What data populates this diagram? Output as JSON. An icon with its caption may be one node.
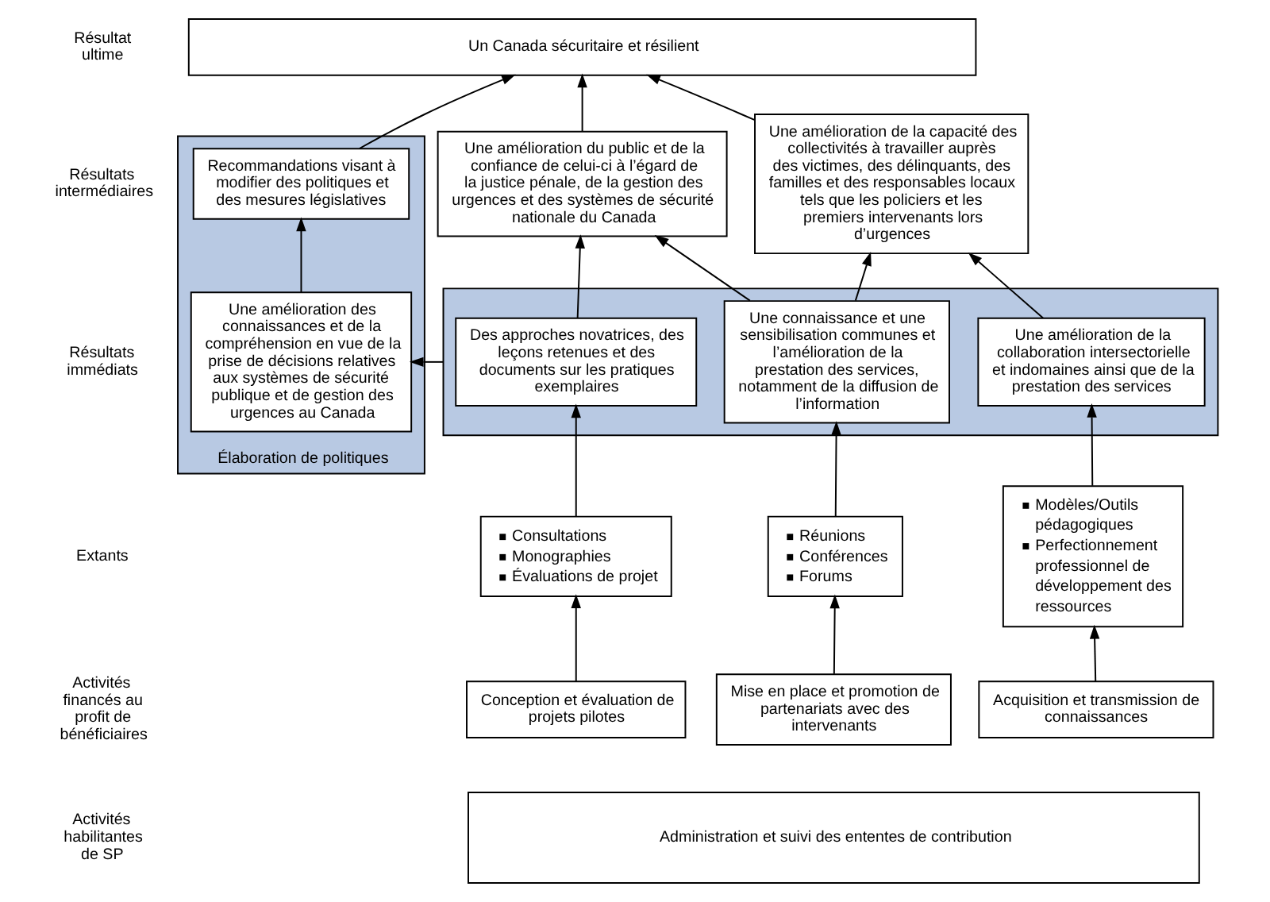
{
  "diagram": {
    "nodes": [
      {
        "text": [
          "Un Canada sécuritaire et résilient"
        ]
      },
      {
        "text": [
          "Élaboration de politiques"
        ]
      },
      {
        "text": [
          "Recommandations visant à modifier des politiques et des mesures législatives"
        ],
        "in": 1
      },
      {
        "text": [
          "Une amélioration du public et de la confiance de celui-ci à l’égard de la justice pénale, de la gestion des urgences et des systèmes de sécurité nationale du Canada"
        ]
      },
      {
        "text": [
          "Une amélioration de la capacité des collectivités à travailler auprès des victimes, des délinquants, des familles et des responsables locaux tels que les policiers et les premiers intervenants lors d’urgences"
        ]
      },
      {
        "text": [
          "Une amélioration des connaissances et de la compréhension en vue de la prise de décisions relatives aux systèmes de sécurité publique et de gestion des urgences au Canada"
        ],
        "in": 1
      },
      {
        "text": [],
        "shape": "box"
      },
      {
        "text": [
          "Des approches novatrices, des leçons retenues et des documents sur les pratiques exemplaires"
        ],
        "in": 6
      },
      {
        "text": [
          "Une connaissance et une sensibilisation communes et l’amélioration de la prestation des services, notamment de la diffusion de l’information"
        ],
        "in": 6
      },
      {
        "text": [
          "Une amélioration de la collaboration intersectorielle et indomaines ainsi que de la prestation des services"
        ],
        "in": 6
      },
      {
        "text": [
          "Consultations",
          "Monographies",
          "Évaluations de projet"
        ]
      },
      {
        "text": [
          "Réunions",
          "Conférences",
          "Forums"
        ]
      },
      {
        "text": [
          "Modèles/Outils pédagogiques",
          "Perfectionnement professionnel de développement des ressources"
        ]
      },
      {
        "text": [
          "Conception et évaluation de projets pilotes"
        ]
      },
      {
        "text": [
          "Mise en place et promotion de partenariats avec des intervenants"
        ]
      },
      {
        "text": [
          "Acquisition et transmission de connaissances"
        ]
      },
      {
        "text": [
          "Administration et suivi des ententes de contribution"
        ]
      }
    ],
    "edges": [
      {
        "from": 2,
        "to": 0,
        "arrow": "to"
      },
      {
        "from": 3,
        "to": 0,
        "arrow": "to"
      },
      {
        "from": 4,
        "to": 0,
        "arrow": "to"
      },
      {
        "from": 5,
        "to": 2,
        "arrow": "to"
      },
      {
        "from": 6,
        "to": 5,
        "arrow": "to"
      },
      {
        "from": 7,
        "to": 3,
        "arrow": "to"
      },
      {
        "from": 8,
        "to": 3,
        "arrow": "to"
      },
      {
        "from": 8,
        "to": 4,
        "arrow": "to"
      },
      {
        "from": 9,
        "to": 4,
        "arrow": "to"
      },
      {
        "from": 10,
        "to": 7,
        "arrow": "to"
      },
      {
        "from": 11,
        "to": 8,
        "arrow": "to"
      },
      {
        "from": 12,
        "to": 9,
        "arrow": "to"
      },
      {
        "from": 13,
        "to": 10,
        "arrow": "to"
      },
      {
        "from": 14,
        "to": 11,
        "arrow": "to"
      },
      {
        "from": 15,
        "to": 12,
        "arrow": "to"
      }
    ],
    "labels": [
      "Résultat ultime",
      "Résultats intermédiaires",
      "Résultats immédiats",
      "Extants",
      "Activités financés au profit de bénéficiaires",
      "Activités habilitantes de SP"
    ]
  }
}
